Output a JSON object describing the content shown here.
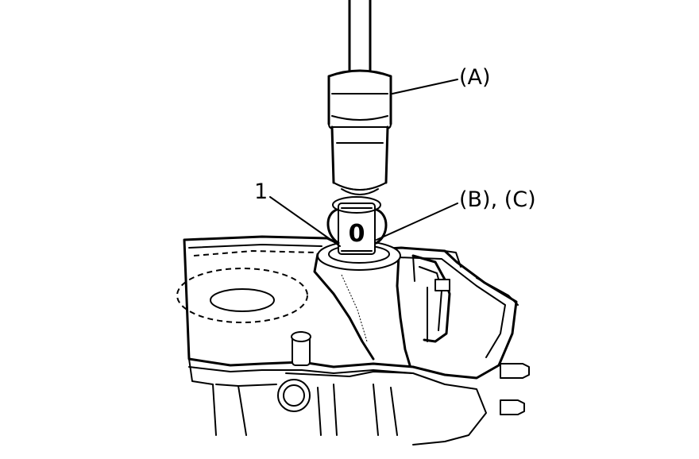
{
  "callouts": {
    "tool_a": "(A)",
    "tool_bc": "(B), (C)",
    "part_1": "1"
  }
}
